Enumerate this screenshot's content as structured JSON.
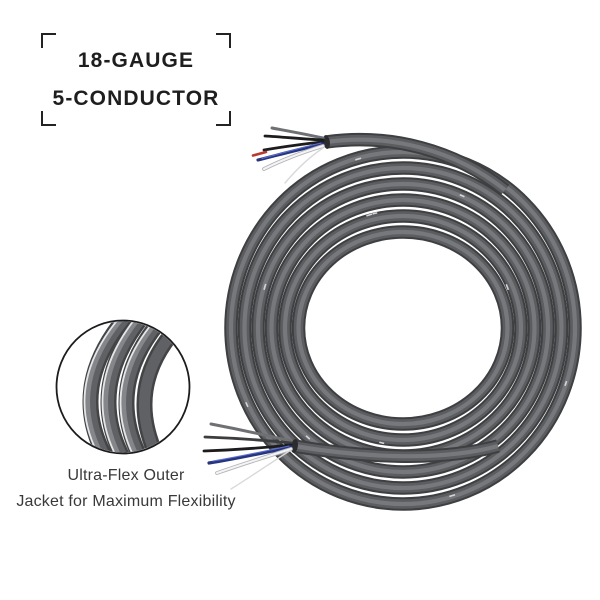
{
  "header_label": {
    "line1": "18-GAUGE",
    "line2": "5-CONDUCTOR"
  },
  "caption": {
    "line1": "Ultra-Flex Outer",
    "line2": "Jacket for Maximum Flexibility"
  },
  "colors": {
    "page_bg": "#ffffff",
    "label_text": "#1e1e1f",
    "bracket": "#232323",
    "caption_text": "#39393b",
    "cable_dark": "#3e3f41",
    "cable_mid": "#5c5d60",
    "cable_sheen": "#77787b",
    "cable_glint": "#d4d5d7",
    "cable_cut": "#2c2c2e",
    "wire_black": "#1c1c1e",
    "wire_gray": "#6f7073",
    "wire_dark_gray": "#3c3d3f",
    "wire_blue": "#27357f",
    "wire_blue_light": "#5a6fd0",
    "wire_red": "#b93a33",
    "wire_white": "#f4f4f6",
    "wire_white_edge": "#b4b5b8",
    "wire_faint": "#d8d9db",
    "inset_border": "#1c1c1e",
    "inset_strand_dark": "#434446",
    "inset_strand_mid": "#606164",
    "inset_strand_sheen": "#85868a",
    "inset_strand_highlight": "#e4e5e7"
  }
}
